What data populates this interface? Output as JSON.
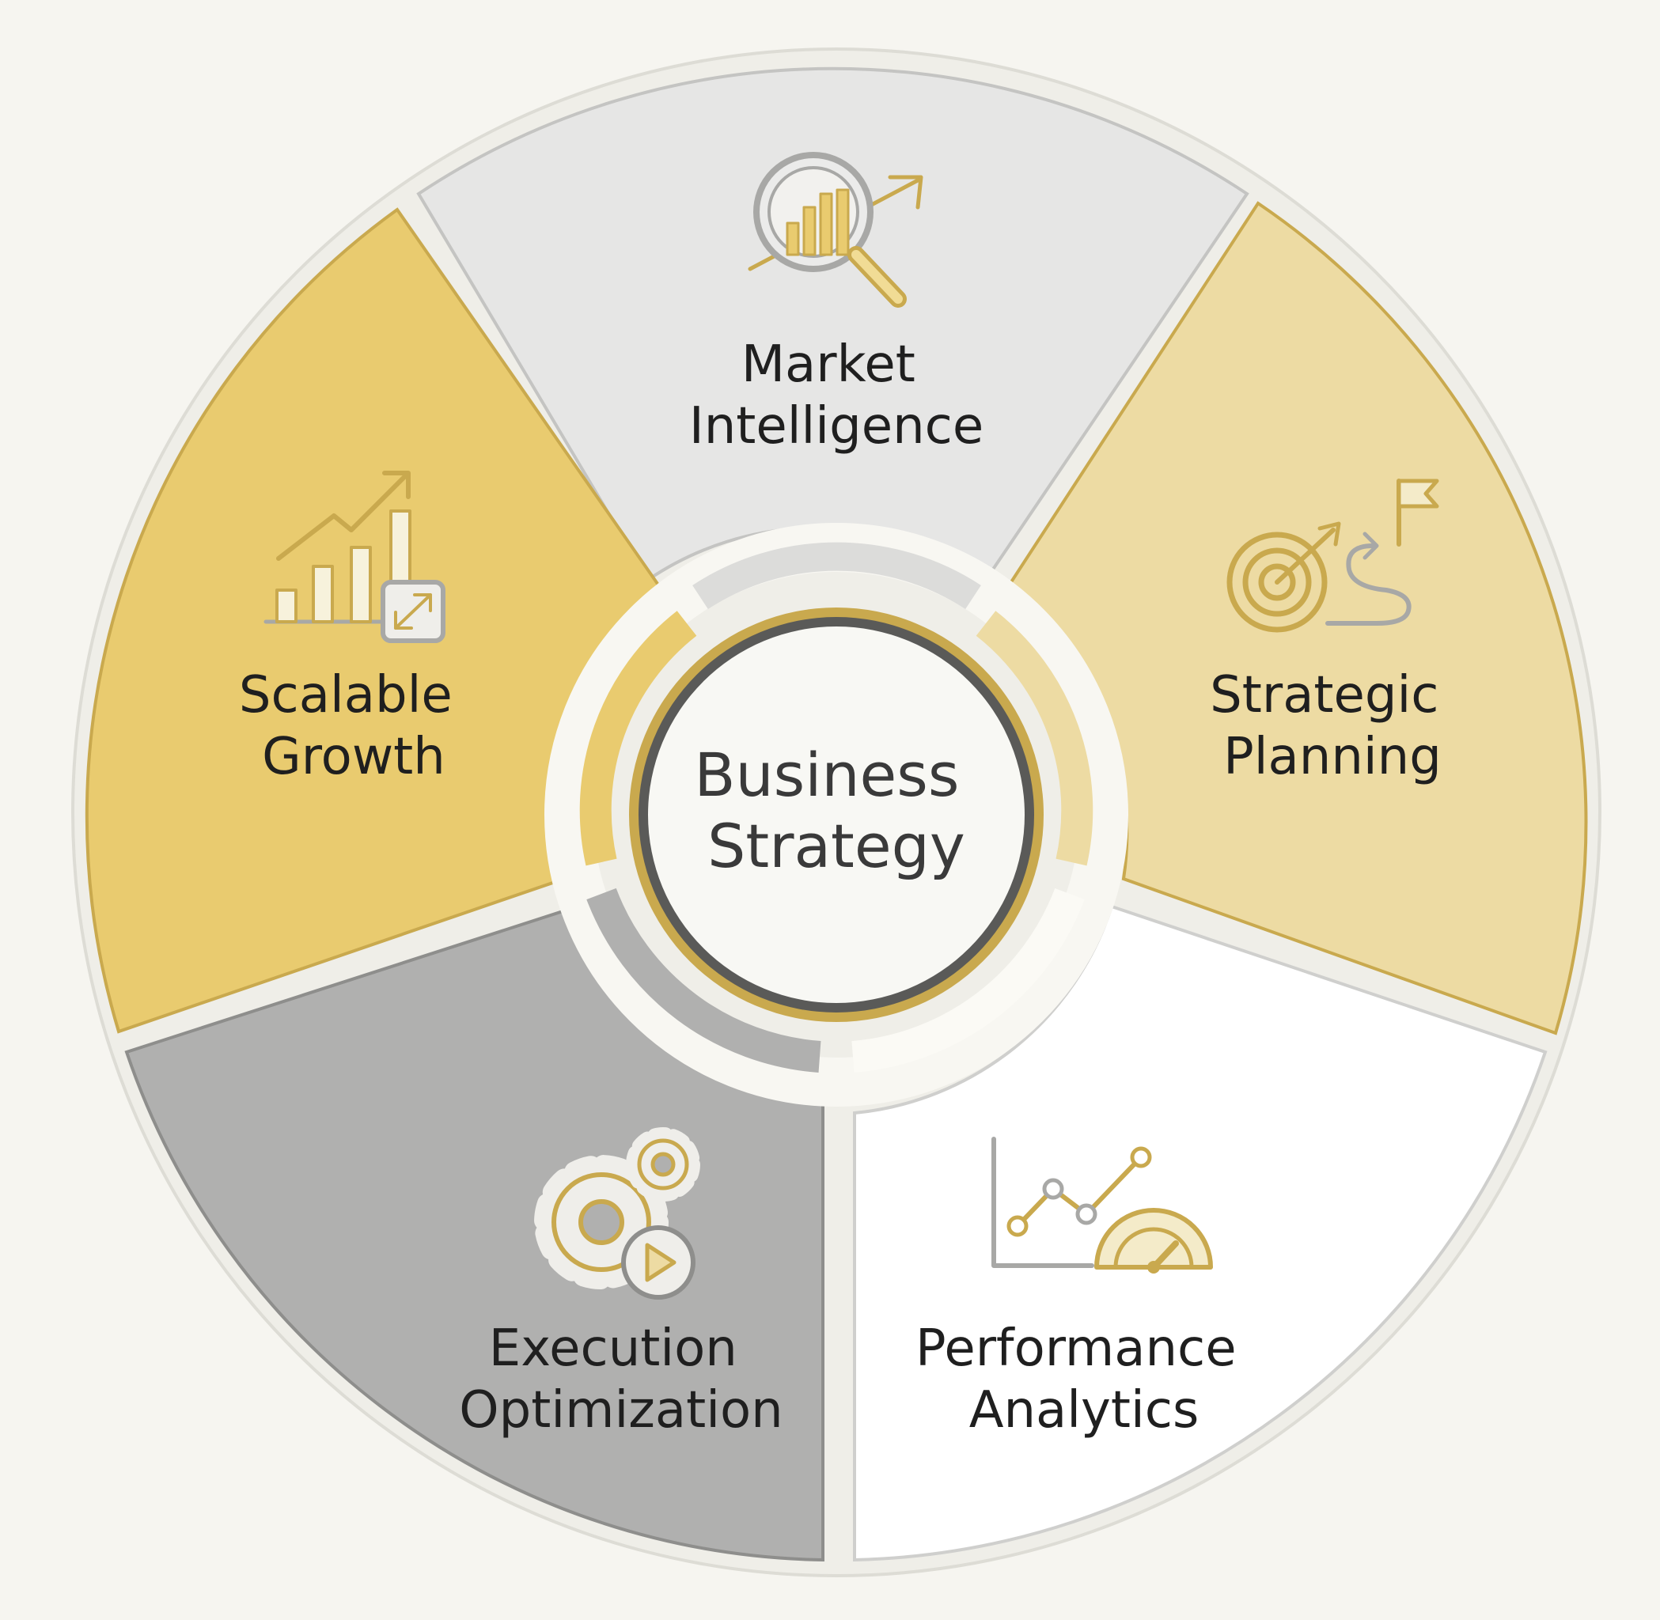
{
  "center": {
    "line1": "Business",
    "line2": "Strategy"
  },
  "segments": [
    {
      "id": "market-intelligence",
      "line1": "Market",
      "line2": "Intelligence",
      "icon": "magnifier-bar-chart-icon",
      "fill": "#e6e6e5"
    },
    {
      "id": "strategic-planning",
      "line1": "Strategic",
      "line2": "Planning",
      "icon": "target-flag-path-icon",
      "fill": "#eddba3"
    },
    {
      "id": "performance-analytics",
      "line1": "Performance",
      "line2": "Analytics",
      "icon": "line-chart-gauge-icon",
      "fill": "#ffffff"
    },
    {
      "id": "execution-optimization",
      "line1": "Execution",
      "line2": "Optimization",
      "icon": "gears-play-icon",
      "fill": "#b0b0af"
    },
    {
      "id": "scalable-growth",
      "line1": "Scalable",
      "line2": "Growth",
      "icon": "growth-chart-expand-icon",
      "fill": "#e9cb6f"
    }
  ],
  "colors": {
    "background": "#f6f5f0",
    "gold": "#c9a94e",
    "gray": "#a8a8a6",
    "dark_ring": "#555555",
    "text": "#1f1f1f"
  }
}
